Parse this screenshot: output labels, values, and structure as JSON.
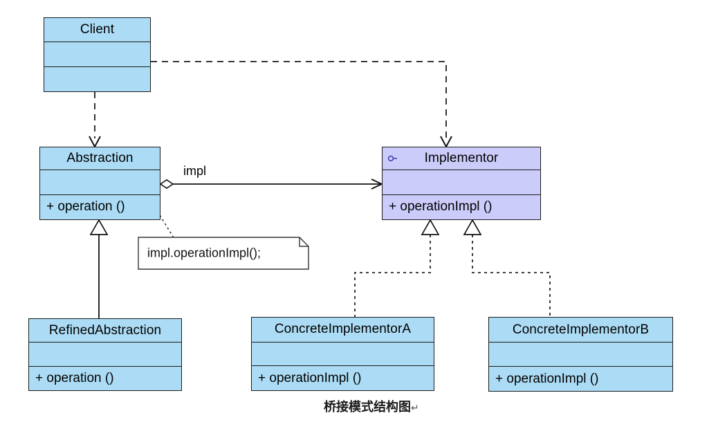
{
  "diagram": {
    "title_caption": "桥接模式结构图",
    "caption_mark": "↵",
    "colors": {
      "class_fill": "#ACDCF5",
      "interface_fill": "#CCCCFA",
      "border": "#1a1a1a",
      "note_fill": "#ffffff",
      "edge": "#333333",
      "iface_icon": "#3333AA"
    },
    "classes": [
      {
        "id": "client",
        "name": "Client",
        "attributes": "",
        "operations": "",
        "stereotype": "",
        "fill": "class"
      },
      {
        "id": "abstraction",
        "name": "Abstraction",
        "attributes": "",
        "operations": "+ operation ()",
        "stereotype": "",
        "fill": "class"
      },
      {
        "id": "implementor",
        "name": "Implementor",
        "attributes": "",
        "operations": "+ operationImpl ()",
        "stereotype": "interface",
        "fill": "interface"
      },
      {
        "id": "refined_abstraction",
        "name": "RefinedAbstraction",
        "attributes": "",
        "operations": "+ operation ()",
        "stereotype": "",
        "fill": "class"
      },
      {
        "id": "concrete_implementor_a",
        "name": "ConcreteImplementorA",
        "attributes": "",
        "operations": "+ operationImpl ()",
        "stereotype": "",
        "fill": "class"
      },
      {
        "id": "concrete_implementor_b",
        "name": "ConcreteImplementorB",
        "attributes": "",
        "operations": "+ operationImpl ()",
        "stereotype": "",
        "fill": "class"
      }
    ],
    "note": {
      "text": "impl.operationImpl();",
      "anchor_class": "abstraction"
    },
    "relationships": [
      {
        "id": "client-abstraction",
        "type": "dependency",
        "from": "Client",
        "to": "Abstraction",
        "label": "",
        "style": "dashed-open-arrow"
      },
      {
        "id": "client-implementor",
        "type": "dependency",
        "from": "Client",
        "to": "Implementor",
        "label": "",
        "style": "dashed-open-arrow"
      },
      {
        "id": "abstraction-implementor",
        "type": "aggregation",
        "from": "Abstraction",
        "to": "Implementor",
        "label": "impl",
        "style": "solid-diamond-open-arrow"
      },
      {
        "id": "refined-abstraction-generalization",
        "type": "generalization",
        "from": "RefinedAbstraction",
        "to": "Abstraction",
        "label": "",
        "style": "solid-hollow-triangle"
      },
      {
        "id": "concrete-a-realization",
        "type": "realization",
        "from": "ConcreteImplementorA",
        "to": "Implementor",
        "label": "",
        "style": "dashed-hollow-triangle"
      },
      {
        "id": "concrete-b-realization",
        "type": "realization",
        "from": "ConcreteImplementorB",
        "to": "Implementor",
        "label": "",
        "style": "dashed-hollow-triangle"
      }
    ]
  }
}
